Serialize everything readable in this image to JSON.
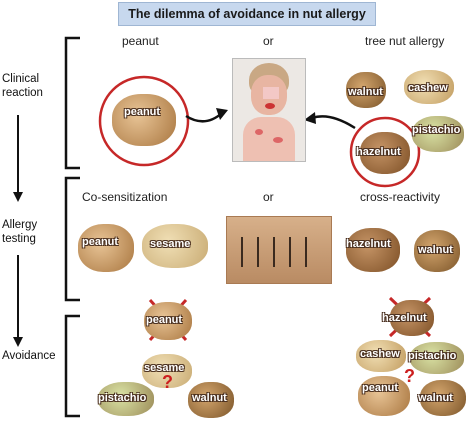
{
  "title": "The dilemma of avoidance in nut allergy",
  "rows": {
    "clinical": "Clinical reaction",
    "testing": "Allergy testing",
    "avoidance": "Avoidance"
  },
  "row1": {
    "left": "peanut",
    "mid": "or",
    "right": "tree nut allergy"
  },
  "row2": {
    "left": "Co-sensitization",
    "mid": "or",
    "right": "cross-reactivity"
  },
  "labels": {
    "peanut": "peanut",
    "walnut": "walnut",
    "cashew": "cashew",
    "hazelnut": "hazelnut",
    "pistachio": "pistachio",
    "sesame": "sesame"
  },
  "qmark": "?",
  "colors": {
    "accent": "#c62828",
    "title_bg": "#c7d8ee",
    "bracket": "#111111"
  }
}
